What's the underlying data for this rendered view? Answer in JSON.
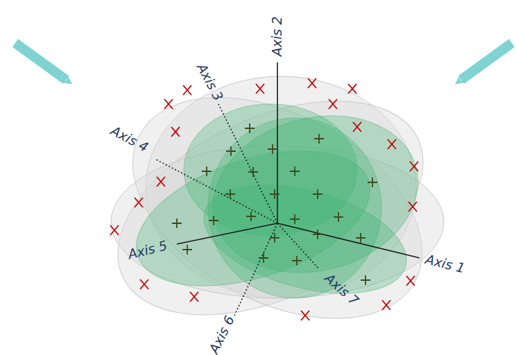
{
  "diagram": {
    "labels": [
      "Axis 1",
      "Axis 2",
      "Axis 3",
      "Axis 4",
      "Axis 5",
      "Axis 6",
      "Axis 7"
    ]
  }
}
